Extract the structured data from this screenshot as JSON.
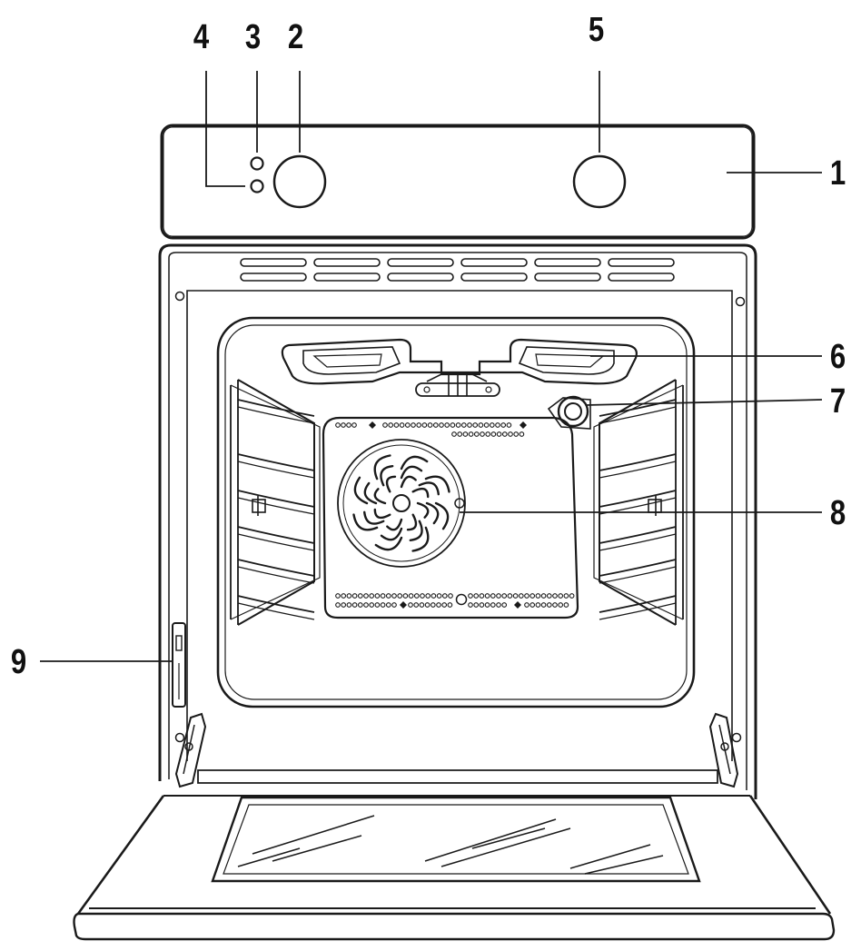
{
  "callouts": {
    "c1": "1",
    "c2": "2",
    "c3": "3",
    "c4": "4",
    "c5": "5",
    "c6": "6",
    "c7": "7",
    "c8": "8",
    "c9": "9"
  },
  "colors": {
    "line": "#1a1a1a",
    "background": "#ffffff"
  }
}
